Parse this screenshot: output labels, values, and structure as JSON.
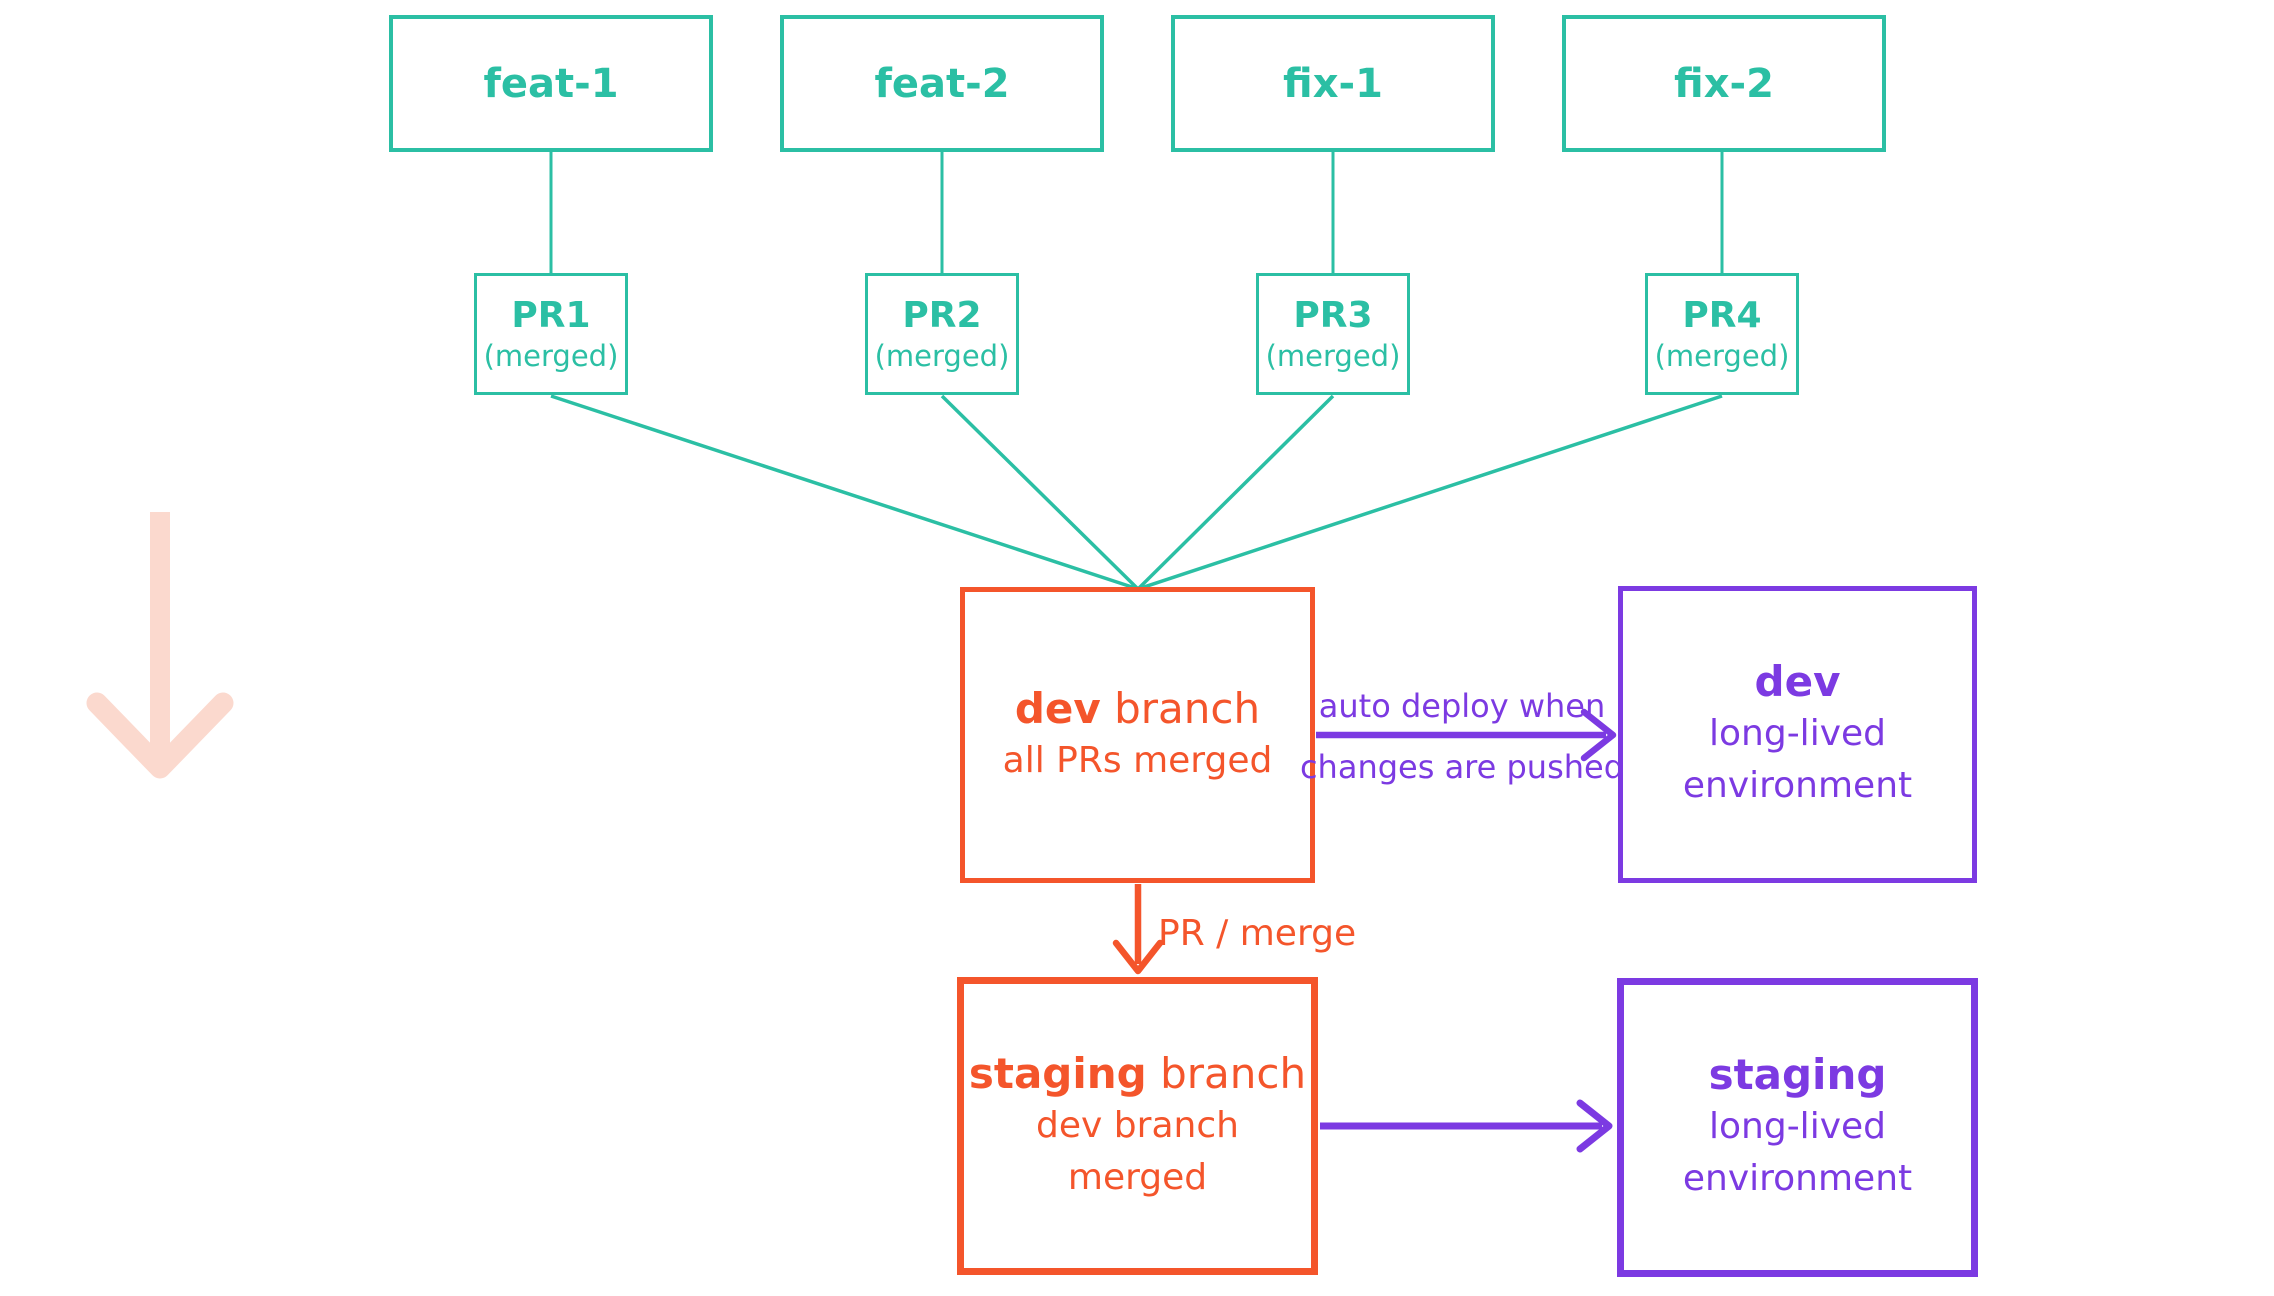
{
  "colors": {
    "teal": "#2bbfa4",
    "orange": "#f4552b",
    "purple": "#7c3ae2",
    "pink": "#fbd9ce"
  },
  "branches": [
    {
      "label": "feat-1"
    },
    {
      "label": "feat-2"
    },
    {
      "label": "fix-1"
    },
    {
      "label": "fix-2"
    }
  ],
  "prs": [
    {
      "title": "PR1",
      "status": "(merged)"
    },
    {
      "title": "PR2",
      "status": "(merged)"
    },
    {
      "title": "PR3",
      "status": "(merged)"
    },
    {
      "title": "PR4",
      "status": "(merged)"
    }
  ],
  "dev_branch": {
    "title_bold": "dev",
    "title_rest": " branch",
    "subtitle": "all PRs merged"
  },
  "deploy_label": {
    "line1": "auto deploy when",
    "line2": "changes are pushed"
  },
  "dev_env": {
    "title": "dev",
    "line2": "long-lived",
    "line3": "environment"
  },
  "pr_merge_label": "PR / merge",
  "staging_branch": {
    "title_bold": "staging",
    "title_rest": " branch",
    "subtitle_bold": "dev",
    "subtitle_rest": " branch merged"
  },
  "staging_env": {
    "title": "staging",
    "line2": "long-lived",
    "line3": "environment"
  }
}
